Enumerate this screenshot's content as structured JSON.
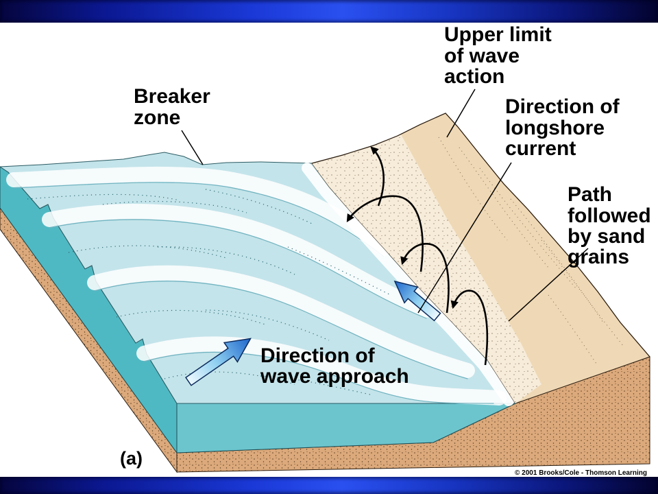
{
  "labels": {
    "upper_limit": {
      "lines": [
        "Upper limit",
        "of wave",
        "action"
      ]
    },
    "breaker_zone": {
      "lines": [
        "Breaker",
        "zone"
      ]
    },
    "longshore_current": {
      "lines": [
        "Direction of",
        "longshore",
        "current"
      ]
    },
    "sand_path": {
      "lines": [
        "Path",
        "followed",
        "by sand",
        "grains"
      ]
    },
    "wave_approach": {
      "lines": [
        "Direction of",
        "wave approach"
      ]
    }
  },
  "panel_label": "(a)",
  "credit": "© 2001 Brooks/Cole - Thomson Learning",
  "colors": {
    "water": "#c3e4ea",
    "water_face": "#4fb9c3",
    "water_front": "#6cc5cd",
    "beach": "#efd8b5",
    "foreshore": "#f7ecda",
    "arrow_blue": "#1e66cc"
  }
}
